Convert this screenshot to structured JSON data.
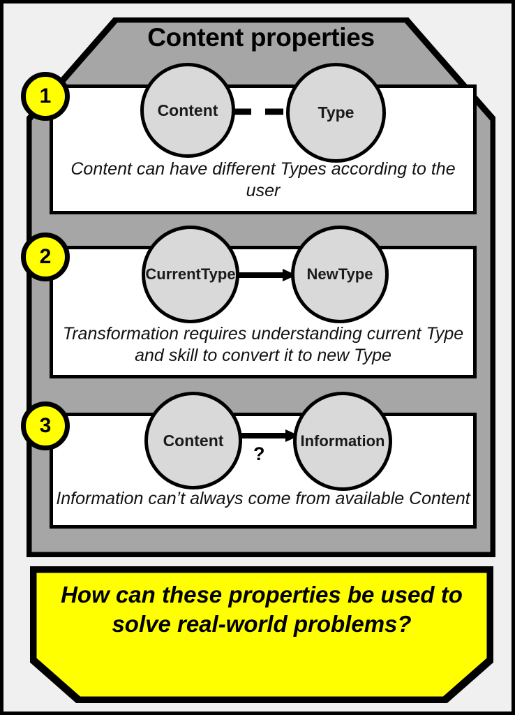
{
  "page": {
    "background_color": "#f0f0f0",
    "frame_color": "#000000"
  },
  "panel": {
    "title": "Content properties",
    "fill_color": "#a6a6a6",
    "outline_color": "#000000"
  },
  "colors": {
    "node_fill": "#d9d9d9",
    "badge_fill": "#ffff00",
    "callout_fill": "#ffff00",
    "row_fill": "#ffffff",
    "text": "#000000"
  },
  "properties": [
    {
      "number": "1",
      "nodes": [
        {
          "label": "Content"
        },
        {
          "label": "Type"
        }
      ],
      "connector": {
        "style": "dashed",
        "arrow": false,
        "label": ""
      },
      "caption": "Content can have different Types according to the user"
    },
    {
      "number": "2",
      "nodes": [
        {
          "label_line1": "Current",
          "label_line2": "Type"
        },
        {
          "label_line1": "New",
          "label_line2": "Type"
        }
      ],
      "connector": {
        "style": "solid",
        "arrow": true,
        "label": ""
      },
      "caption": "Transformation requires understanding current Type and skill to convert it to new Type"
    },
    {
      "number": "3",
      "nodes": [
        {
          "label": "Content"
        },
        {
          "label": "Information"
        }
      ],
      "connector": {
        "style": "solid",
        "arrow": true,
        "label": "?"
      },
      "caption": "Information can’t always come from available Content"
    }
  ],
  "callout": {
    "text": "How can these properties be used to solve real-world problems?"
  }
}
